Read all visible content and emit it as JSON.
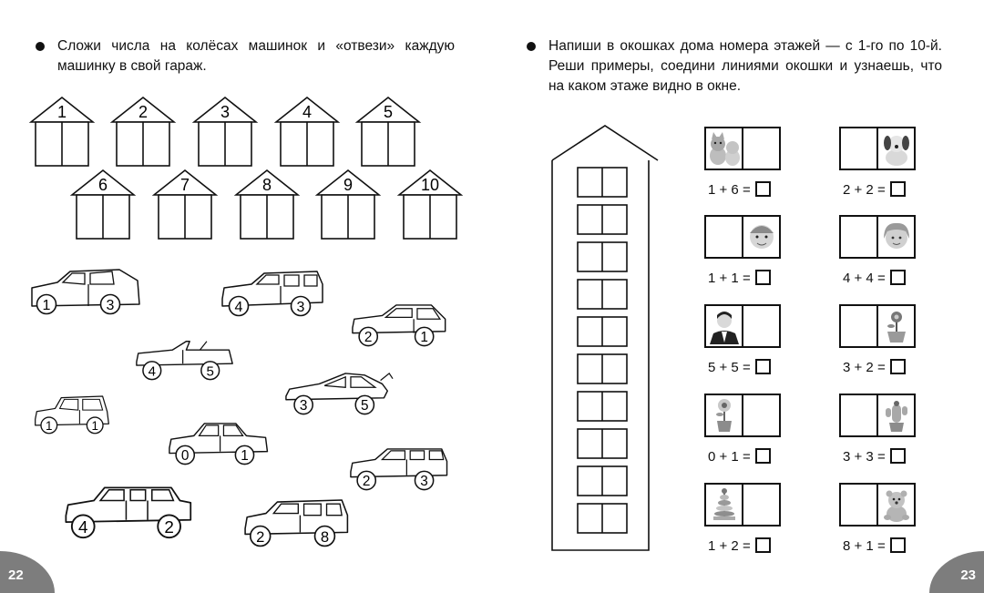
{
  "left_page": {
    "instruction": "Сложи числа на колёсах машинок и «отвези» каждую машинку в свой гараж.",
    "garages": [
      "1",
      "2",
      "3",
      "4",
      "5",
      "6",
      "7",
      "8",
      "9",
      "10"
    ],
    "cars": [
      {
        "w1": "1",
        "w2": "3"
      },
      {
        "w1": "4",
        "w2": "3"
      },
      {
        "w1": "2",
        "w2": "1"
      },
      {
        "w1": "4",
        "w2": "5"
      },
      {
        "w1": "3",
        "w2": "5"
      },
      {
        "w1": "1",
        "w2": "1"
      },
      {
        "w1": "0",
        "w2": "1"
      },
      {
        "w1": "2",
        "w2": "3"
      },
      {
        "w1": "4",
        "w2": "2"
      },
      {
        "w1": "2",
        "w2": "8"
      }
    ],
    "page_number": "22"
  },
  "right_page": {
    "instruction": "Напиши в окошках дома номера этажей — с 1-го по 10-й. Реши примеры, соедини линиями окошки и узнаешь, что на каком этаже видно в окне.",
    "examples": [
      {
        "expr": "1 + 6 =",
        "picture": "kittens-picture"
      },
      {
        "expr": "2 + 2 =",
        "picture": "puppy-picture"
      },
      {
        "expr": "1 + 1 =",
        "picture": "boy-picture"
      },
      {
        "expr": "4 + 4 =",
        "picture": "girl-picture"
      },
      {
        "expr": "5 + 5 =",
        "picture": "man-picture"
      },
      {
        "expr": "3 + 2 =",
        "picture": "flower-pot-picture"
      },
      {
        "expr": "0 + 1 =",
        "picture": "daisy-pot-picture"
      },
      {
        "expr": "3 + 3 =",
        "picture": "cactus-pot-picture"
      },
      {
        "expr": "1 + 2 =",
        "picture": "ring-pyramid-picture"
      },
      {
        "expr": "8 + 1 =",
        "picture": "teddy-bear-picture"
      }
    ],
    "page_number": "23"
  },
  "colors": {
    "ink": "#111111",
    "page_tab": "#7d7d7d",
    "picture_gray": "#9a9a9a"
  }
}
